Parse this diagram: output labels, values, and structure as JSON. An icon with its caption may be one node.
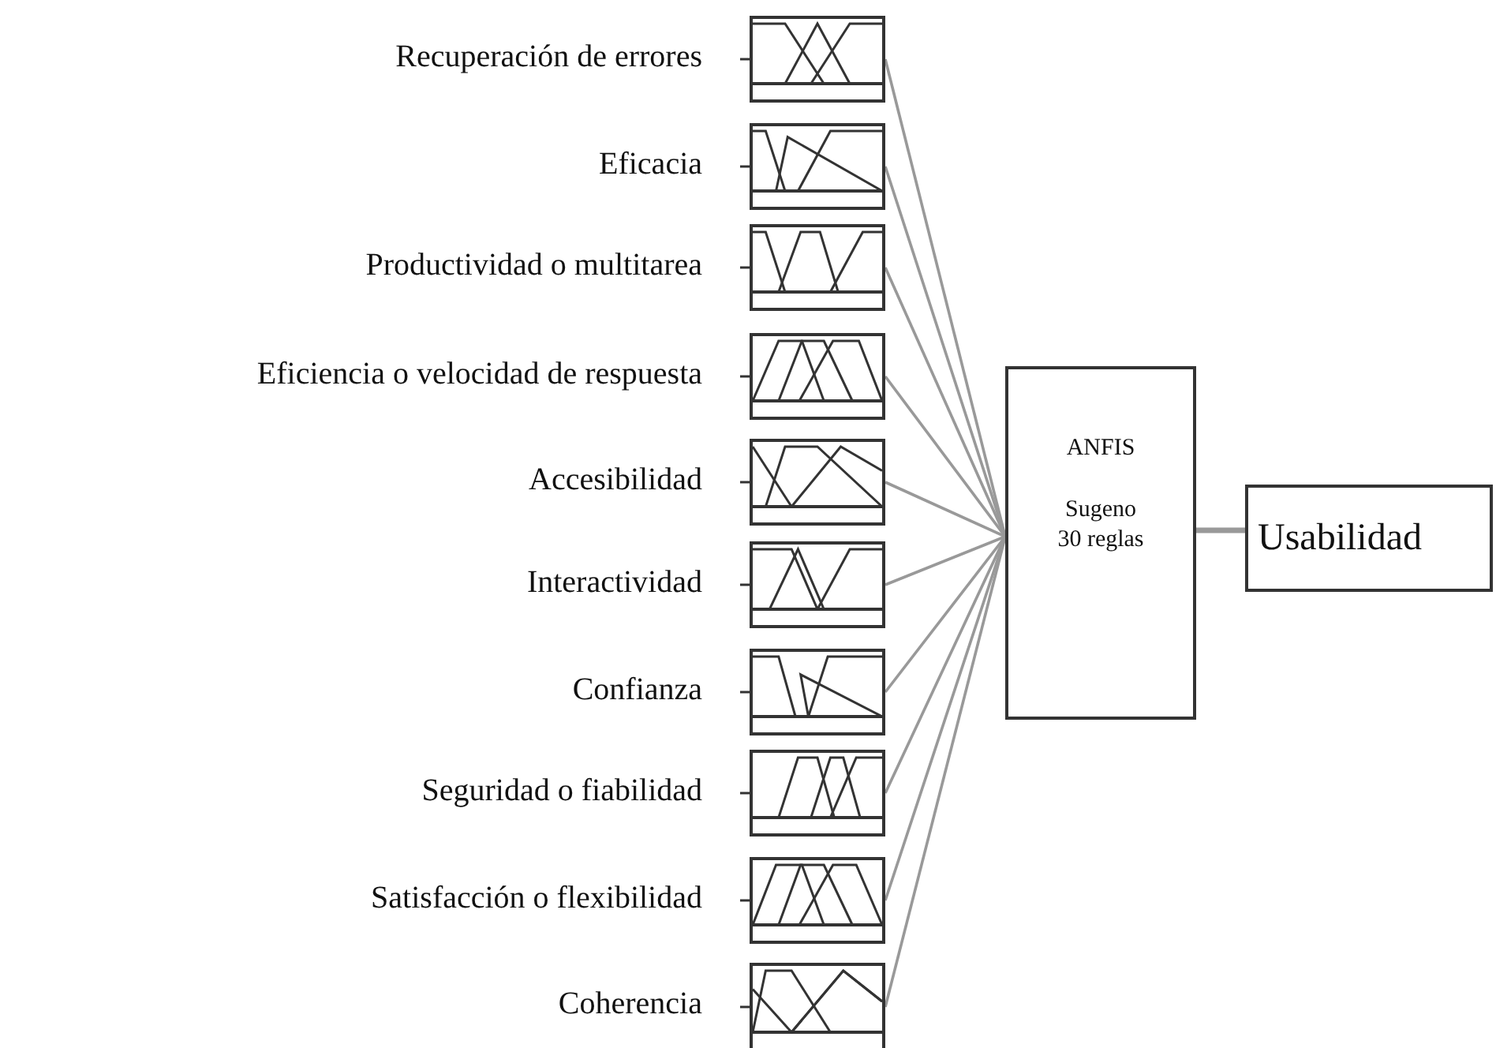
{
  "diagram": {
    "nodes": [
      {
        "text": [],
        "shape": "box",
        "beside": [
          "Recuperación de errores"
        ]
      },
      {
        "text": [],
        "shape": "box",
        "beside": [
          "Eficacia"
        ]
      },
      {
        "text": [],
        "shape": "box",
        "beside": [
          "Productividad o multitarea"
        ]
      },
      {
        "text": [],
        "shape": "box",
        "beside": [
          "Eficiencia o velocidad de respuesta"
        ]
      },
      {
        "text": [],
        "shape": "box",
        "beside": [
          "Accesibilidad"
        ]
      },
      {
        "text": [],
        "shape": "box",
        "beside": [
          "Interactividad"
        ]
      },
      {
        "text": [],
        "shape": "box",
        "beside": [
          "Confianza"
        ]
      },
      {
        "text": [],
        "shape": "box",
        "beside": [
          "Seguridad o fiabilidad"
        ]
      },
      {
        "text": [],
        "shape": "box",
        "beside": [
          "Satisfacción o flexibilidad"
        ]
      },
      {
        "text": [],
        "shape": "box",
        "beside": [
          "Coherencia"
        ]
      },
      {
        "text": [
          "ANFIS",
          "Sugeno",
          "30 reglas"
        ]
      },
      {
        "text": [
          "Usabilidad"
        ]
      }
    ],
    "edges": [
      {
        "from": 0,
        "to": 10,
        "arrow": "none"
      },
      {
        "from": 1,
        "to": 10,
        "arrow": "none"
      },
      {
        "from": 2,
        "to": 10,
        "arrow": "none"
      },
      {
        "from": 3,
        "to": 10,
        "arrow": "none"
      },
      {
        "from": 4,
        "to": 10,
        "arrow": "none"
      },
      {
        "from": 5,
        "to": 10,
        "arrow": "none"
      },
      {
        "from": 6,
        "to": 10,
        "arrow": "none"
      },
      {
        "from": 7,
        "to": 10,
        "arrow": "none"
      },
      {
        "from": 8,
        "to": 10,
        "arrow": "none"
      },
      {
        "from": 9,
        "to": 10,
        "arrow": "none"
      },
      {
        "from": 10,
        "to": 11,
        "arrow": "none",
        "style": "thick"
      }
    ]
  }
}
